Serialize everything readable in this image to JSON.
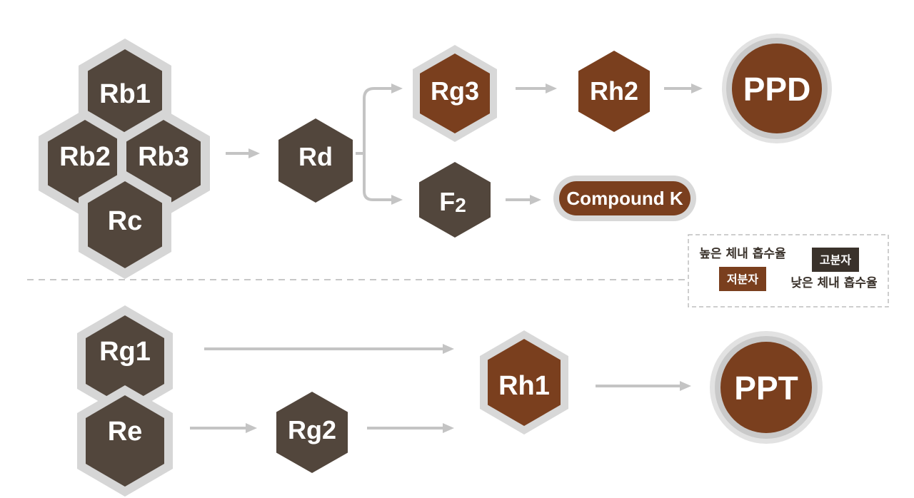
{
  "colors": {
    "dark": "#52463c",
    "brown": "#7a3f1e",
    "rim": "#d4d4d4",
    "arrow": "#c4c4c4",
    "divider": "#c8c8c8"
  },
  "upper": {
    "cluster": {
      "rb1": "Rb1",
      "rb2": "Rb2",
      "rb3": "Rb3",
      "rc": "Rc"
    },
    "rd": "Rd",
    "rg3": "Rg3",
    "rh2": "Rh2",
    "ppd": "PPD",
    "f2_main": "F",
    "f2_sub": "2",
    "compound_k": "Compound K"
  },
  "lower": {
    "rg1": "Rg1",
    "re": "Re",
    "rg2": "Rg2",
    "rh1": "Rh1",
    "ppt": "PPT"
  },
  "legend": {
    "high_absorption": "높은 체내 흡수율",
    "low_molecular": "저분자",
    "high_molecular": "고분자",
    "low_absorption": "낮은 체내 흡수율"
  }
}
